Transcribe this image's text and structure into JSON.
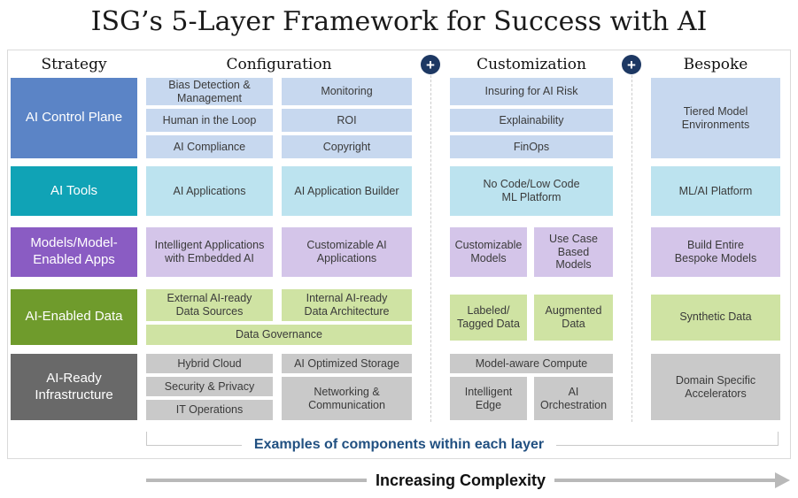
{
  "title": "ISG’s 5-Layer Framework for Success with AI",
  "header": {
    "strategy": "Strategy",
    "configuration": "Configuration",
    "customization": "Customization",
    "bespoke": "Bespoke",
    "plus": "+"
  },
  "layers": [
    {
      "label": "AI Control Plane",
      "configuration": [
        "Bias Detection &\nManagement",
        "Monitoring",
        "Human in the Loop",
        "ROI",
        "AI Compliance",
        "Copyright"
      ],
      "customization": [
        "Insuring for AI Risk",
        "Explainability",
        "FinOps"
      ],
      "bespoke": [
        "Tiered Model\nEnvironments"
      ]
    },
    {
      "label": "AI Tools",
      "configuration": [
        "AI Applications",
        "AI Application Builder"
      ],
      "customization": [
        "No Code/Low Code\nML Platform"
      ],
      "bespoke": [
        "ML/AI Platform"
      ]
    },
    {
      "label": "Models/Model-\nEnabled Apps",
      "configuration": [
        "Intelligent Applications\nwith Embedded AI",
        "Customizable AI\nApplications"
      ],
      "customization": [
        "Customizable\nModels",
        "Use Case\nBased Models"
      ],
      "bespoke": [
        "Build Entire\nBespoke Models"
      ]
    },
    {
      "label": "AI-Enabled Data",
      "configuration": [
        "External AI-ready\nData Sources",
        "Internal AI-ready\nData Architecture",
        "Data Governance"
      ],
      "customization": [
        "Labeled/\nTagged Data",
        "Augmented\nData"
      ],
      "bespoke": [
        "Synthetic Data"
      ]
    },
    {
      "label": "AI-Ready\nInfrastructure",
      "configuration": [
        "Hybrid Cloud",
        "AI Optimized Storage",
        "Security & Privacy",
        "Networking &\nCommunication",
        "IT Operations"
      ],
      "customization": [
        "Model-aware Compute",
        "Intelligent\nEdge",
        "AI\nOrchestration"
      ],
      "bespoke": [
        "Domain Specific\nAccelerators"
      ]
    }
  ],
  "footer": {
    "examples_caption": "Examples of components within each layer",
    "complexity_caption": "Increasing Complexity"
  },
  "palette": {
    "ai_control_plane": "#5b84c6",
    "ai_control_plane_light": "#c7d8ef",
    "ai_tools": "#10a3b6",
    "ai_tools_light": "#bce3ef",
    "models": "#8a5cc3",
    "models_light": "#d4c5e9",
    "ai_enabled_data": "#6f9b2c",
    "ai_enabled_data_light": "#cfe3a3",
    "infrastructure": "#696969",
    "infrastructure_light": "#c9c9c9",
    "plus_badge": "#1d3863",
    "examples_text": "#215081",
    "arrow": "#b9b9b9"
  }
}
